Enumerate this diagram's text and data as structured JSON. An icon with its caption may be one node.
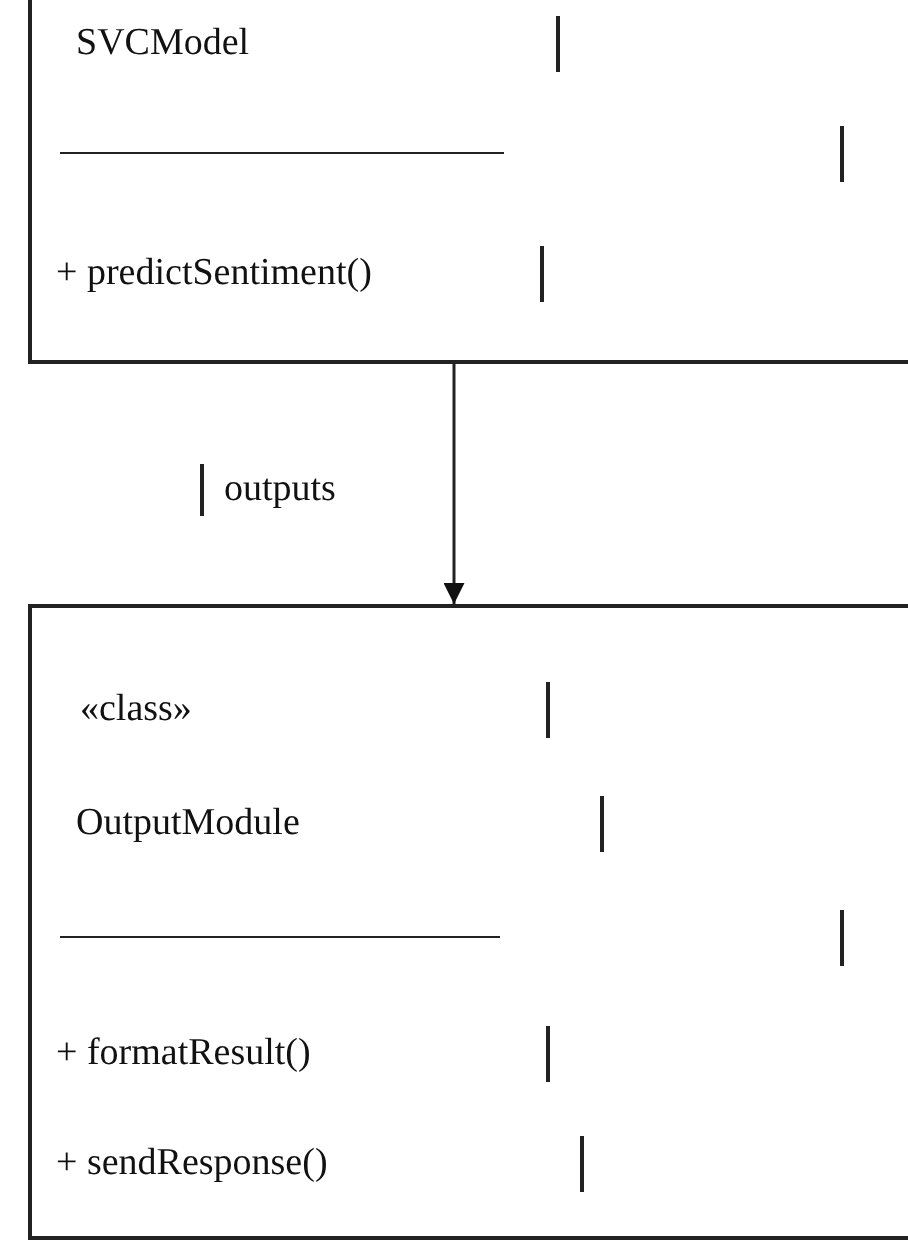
{
  "diagram": {
    "nodes": [
      {
        "text": [
          "SVCModel",
          "+ predictSentiment()"
        ]
      },
      {
        "text": [
          "«class»",
          "OutputModule",
          "+ formatResult()",
          "+ sendResponse()"
        ]
      }
    ],
    "edges": [
      {
        "from": 0,
        "to": 1,
        "arrow": "to",
        "label": "outputs"
      }
    ]
  }
}
